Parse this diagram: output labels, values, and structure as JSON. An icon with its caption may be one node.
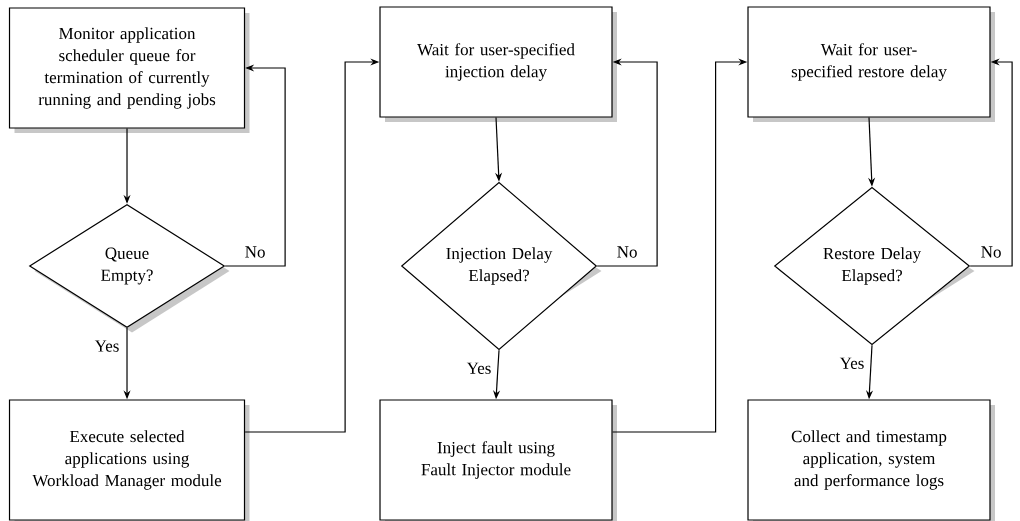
{
  "diagram": {
    "nodes": [
      {
        "text": [
          "Monitor application scheduler queue for termination of currently running and pending jobs"
        ]
      },
      {
        "text": [
          "Queue Empty?"
        ]
      },
      {
        "text": [
          "Execute selected applications using Workload Manager module"
        ]
      },
      {
        "text": [
          "Wait for user-specified injection delay"
        ]
      },
      {
        "text": [
          "Injection Delay Elapsed?"
        ]
      },
      {
        "text": [
          "Inject fault using Fault Injector module"
        ]
      },
      {
        "text": [
          "Wait for user-specified restore delay"
        ]
      },
      {
        "text": [
          "Restore Delay Elapsed?"
        ]
      },
      {
        "text": [
          "Collect and timestamp application, system and performance logs"
        ]
      }
    ],
    "edges": [
      {
        "from": 0,
        "to": 1,
        "arrow": "to"
      },
      {
        "from": 1,
        "to": 0,
        "arrow": "to",
        "label": "No"
      },
      {
        "from": 1,
        "to": 2,
        "arrow": "to",
        "label": "Yes"
      },
      {
        "from": 2,
        "to": 3,
        "arrow": "to"
      },
      {
        "from": 3,
        "to": 4,
        "arrow": "to"
      },
      {
        "from": 4,
        "to": 3,
        "arrow": "to",
        "label": "No"
      },
      {
        "from": 4,
        "to": 5,
        "arrow": "to",
        "label": "Yes"
      },
      {
        "from": 5,
        "to": 6,
        "arrow": "to"
      },
      {
        "from": 6,
        "to": 7,
        "arrow": "to"
      },
      {
        "from": 7,
        "to": 6,
        "arrow": "to",
        "label": "No"
      },
      {
        "from": 7,
        "to": 8,
        "arrow": "to",
        "label": "Yes"
      }
    ]
  }
}
